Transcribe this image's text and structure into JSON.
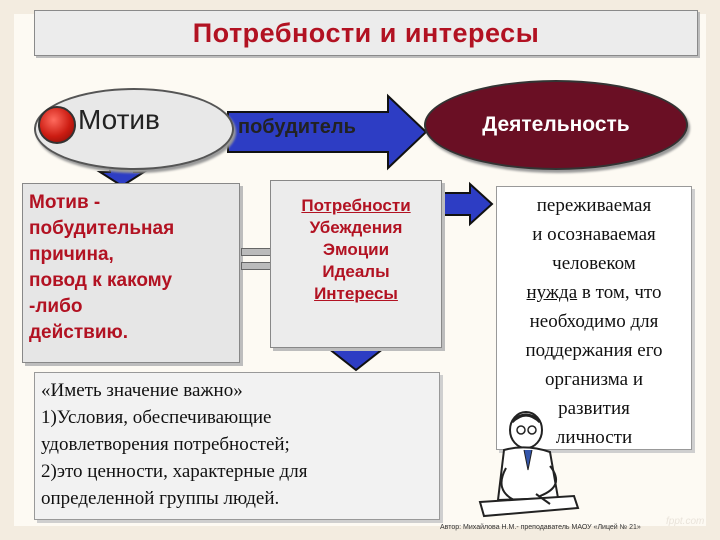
{
  "title": "Потребности и интересы",
  "motiv": {
    "label": "Мотив"
  },
  "arrow": {
    "label": "побудитель"
  },
  "activity": {
    "label": "Деятельность"
  },
  "definition": {
    "lines": [
      "Мотив -",
      "побудительная",
      "причина,",
      "повод к какому",
      "-либо",
      "действию."
    ]
  },
  "needs_list": {
    "items": [
      "Потребности",
      "Убеждения",
      "Эмоции",
      "Идеалы",
      "Интересы"
    ]
  },
  "need_definition": {
    "line1": "переживаемая",
    "line2": "и осознаваемая",
    "line3": "человеком",
    "line4_underlined": "нужда",
    "line4_rest": " в том, что",
    "line5": "необходимо для",
    "line6": "поддержания его",
    "line7": "организма и",
    "line8": "развития",
    "line9": "личности"
  },
  "interests_quote": {
    "lines": [
      "«Иметь значение важно»",
      "1)Условия, обеспечивающие",
      "удовлетворения потребностей;",
      "2)это ценности, характерные для",
      "определенной группы людей."
    ]
  },
  "footer": {
    "author": "Автор: Михайлова Н.М.- преподаватель МАОУ «Лицей № 21»"
  },
  "watermark": "fppt.com",
  "colors": {
    "accent_red": "#b21222",
    "activity_fill": "#6a0f24",
    "arrow_blue": "#2d3dc4"
  }
}
